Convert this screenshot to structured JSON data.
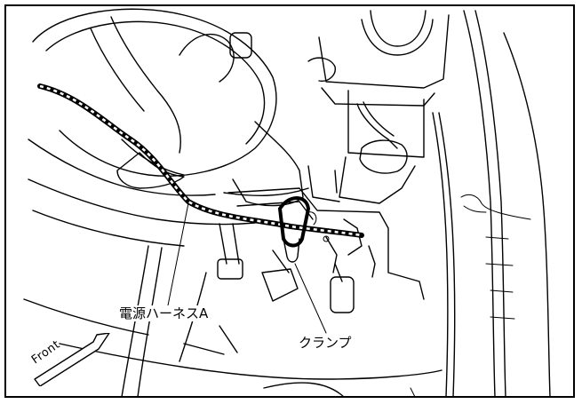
{
  "figure": {
    "labels": {
      "harness": "電源ハーネスA",
      "clamp": "クランプ",
      "front": "Front"
    },
    "colors": {
      "line": "#000000",
      "background": "#ffffff"
    }
  }
}
